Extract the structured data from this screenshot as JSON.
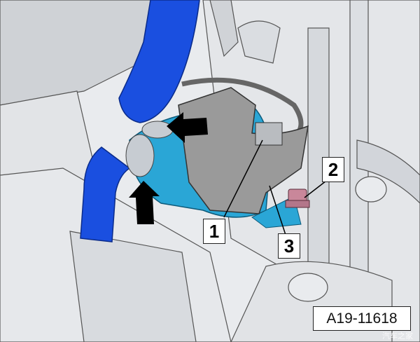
{
  "figure": {
    "id_label": "A19-11618",
    "watermark": "汽车之家",
    "callouts": [
      {
        "number": "1"
      },
      {
        "number": "2"
      },
      {
        "number": "3"
      }
    ],
    "colors": {
      "hose": "#1a4fe0",
      "pump": "#2aa6d6",
      "bracket": "#9a9a9a",
      "bolt": "#c9879a",
      "background": "#e9ebee"
    }
  }
}
